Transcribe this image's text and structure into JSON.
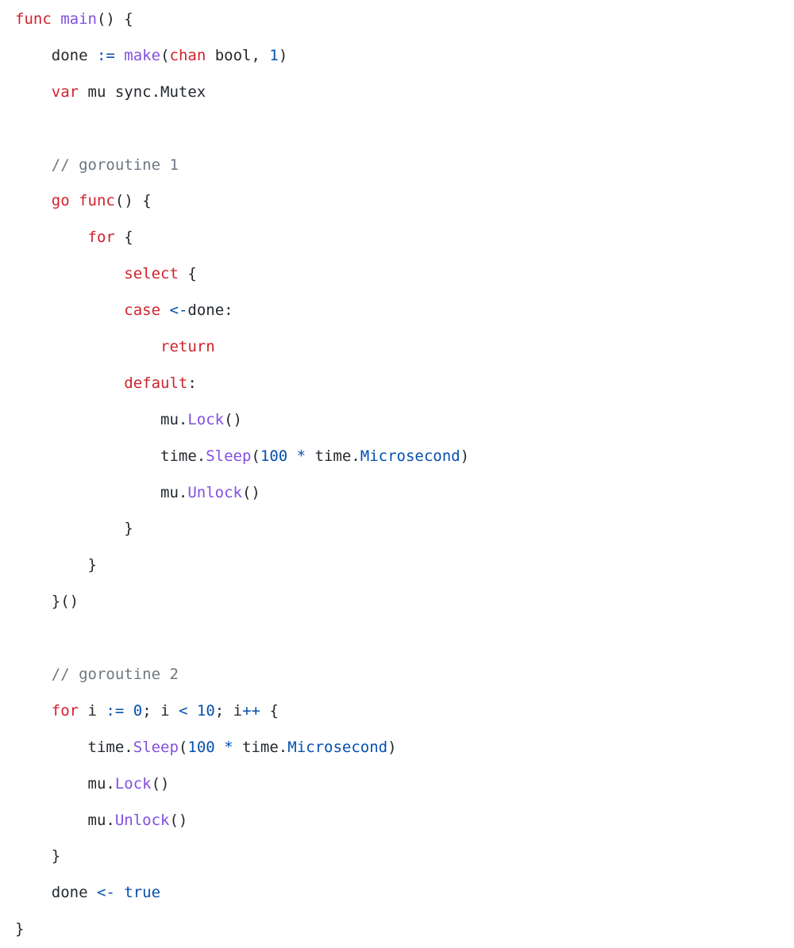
{
  "theme": {
    "background": "#ffffff",
    "plain": "#24292f",
    "keyword": "#cf222e",
    "builtin": "#8250df",
    "func": "#8250df",
    "number": "#0550ae",
    "const": "#0550ae",
    "operator": "#0550ae",
    "comment": "#6e7781",
    "method": "#8250df"
  },
  "code": {
    "lines": [
      [
        {
          "t": "keyword",
          "v": "func"
        },
        {
          "t": "plain",
          "v": " "
        },
        {
          "t": "func",
          "v": "main"
        },
        {
          "t": "plain",
          "v": "() {"
        }
      ],
      [
        {
          "t": "plain",
          "v": "\tdone "
        },
        {
          "t": "operator",
          "v": ":="
        },
        {
          "t": "plain",
          "v": " "
        },
        {
          "t": "builtin",
          "v": "make"
        },
        {
          "t": "plain",
          "v": "("
        },
        {
          "t": "keyword",
          "v": "chan"
        },
        {
          "t": "plain",
          "v": " bool, "
        },
        {
          "t": "number",
          "v": "1"
        },
        {
          "t": "plain",
          "v": ")"
        }
      ],
      [
        {
          "t": "plain",
          "v": "\t"
        },
        {
          "t": "keyword",
          "v": "var"
        },
        {
          "t": "plain",
          "v": " mu sync.Mutex"
        }
      ],
      [],
      [
        {
          "t": "plain",
          "v": "\t"
        },
        {
          "t": "comment",
          "v": "// goroutine 1"
        }
      ],
      [
        {
          "t": "plain",
          "v": "\t"
        },
        {
          "t": "keyword",
          "v": "go"
        },
        {
          "t": "plain",
          "v": " "
        },
        {
          "t": "keyword",
          "v": "func"
        },
        {
          "t": "plain",
          "v": "() {"
        }
      ],
      [
        {
          "t": "plain",
          "v": "\t\t"
        },
        {
          "t": "keyword",
          "v": "for"
        },
        {
          "t": "plain",
          "v": " {"
        }
      ],
      [
        {
          "t": "plain",
          "v": "\t\t\t"
        },
        {
          "t": "keyword",
          "v": "select"
        },
        {
          "t": "plain",
          "v": " {"
        }
      ],
      [
        {
          "t": "plain",
          "v": "\t\t\t"
        },
        {
          "t": "keyword",
          "v": "case"
        },
        {
          "t": "plain",
          "v": " "
        },
        {
          "t": "operator",
          "v": "<-"
        },
        {
          "t": "plain",
          "v": "done:"
        }
      ],
      [
        {
          "t": "plain",
          "v": "\t\t\t\t"
        },
        {
          "t": "keyword",
          "v": "return"
        }
      ],
      [
        {
          "t": "plain",
          "v": "\t\t\t"
        },
        {
          "t": "keyword",
          "v": "default"
        },
        {
          "t": "plain",
          "v": ":"
        }
      ],
      [
        {
          "t": "plain",
          "v": "\t\t\t\tmu."
        },
        {
          "t": "method",
          "v": "Lock"
        },
        {
          "t": "plain",
          "v": "()"
        }
      ],
      [
        {
          "t": "plain",
          "v": "\t\t\t\ttime."
        },
        {
          "t": "method",
          "v": "Sleep"
        },
        {
          "t": "plain",
          "v": "("
        },
        {
          "t": "number",
          "v": "100"
        },
        {
          "t": "plain",
          "v": " "
        },
        {
          "t": "operator",
          "v": "*"
        },
        {
          "t": "plain",
          "v": " time."
        },
        {
          "t": "const",
          "v": "Microsecond"
        },
        {
          "t": "plain",
          "v": ")"
        }
      ],
      [
        {
          "t": "plain",
          "v": "\t\t\t\tmu."
        },
        {
          "t": "method",
          "v": "Unlock"
        },
        {
          "t": "plain",
          "v": "()"
        }
      ],
      [
        {
          "t": "plain",
          "v": "\t\t\t}"
        }
      ],
      [
        {
          "t": "plain",
          "v": "\t\t}"
        }
      ],
      [
        {
          "t": "plain",
          "v": "\t}()"
        }
      ],
      [],
      [
        {
          "t": "plain",
          "v": "\t"
        },
        {
          "t": "comment",
          "v": "// goroutine 2"
        }
      ],
      [
        {
          "t": "plain",
          "v": "\t"
        },
        {
          "t": "keyword",
          "v": "for"
        },
        {
          "t": "plain",
          "v": " i "
        },
        {
          "t": "operator",
          "v": ":="
        },
        {
          "t": "plain",
          "v": " "
        },
        {
          "t": "number",
          "v": "0"
        },
        {
          "t": "plain",
          "v": "; i "
        },
        {
          "t": "operator",
          "v": "<"
        },
        {
          "t": "plain",
          "v": " "
        },
        {
          "t": "number",
          "v": "10"
        },
        {
          "t": "plain",
          "v": "; i"
        },
        {
          "t": "operator",
          "v": "++"
        },
        {
          "t": "plain",
          "v": " {"
        }
      ],
      [
        {
          "t": "plain",
          "v": "\t\ttime."
        },
        {
          "t": "method",
          "v": "Sleep"
        },
        {
          "t": "plain",
          "v": "("
        },
        {
          "t": "number",
          "v": "100"
        },
        {
          "t": "plain",
          "v": " "
        },
        {
          "t": "operator",
          "v": "*"
        },
        {
          "t": "plain",
          "v": " time."
        },
        {
          "t": "const",
          "v": "Microsecond"
        },
        {
          "t": "plain",
          "v": ")"
        }
      ],
      [
        {
          "t": "plain",
          "v": "\t\tmu."
        },
        {
          "t": "method",
          "v": "Lock"
        },
        {
          "t": "plain",
          "v": "()"
        }
      ],
      [
        {
          "t": "plain",
          "v": "\t\tmu."
        },
        {
          "t": "method",
          "v": "Unlock"
        },
        {
          "t": "plain",
          "v": "()"
        }
      ],
      [
        {
          "t": "plain",
          "v": "\t}"
        }
      ],
      [
        {
          "t": "plain",
          "v": "\tdone "
        },
        {
          "t": "operator",
          "v": "<-"
        },
        {
          "t": "plain",
          "v": " "
        },
        {
          "t": "const",
          "v": "true"
        }
      ],
      [
        {
          "t": "plain",
          "v": "}"
        }
      ]
    ]
  }
}
